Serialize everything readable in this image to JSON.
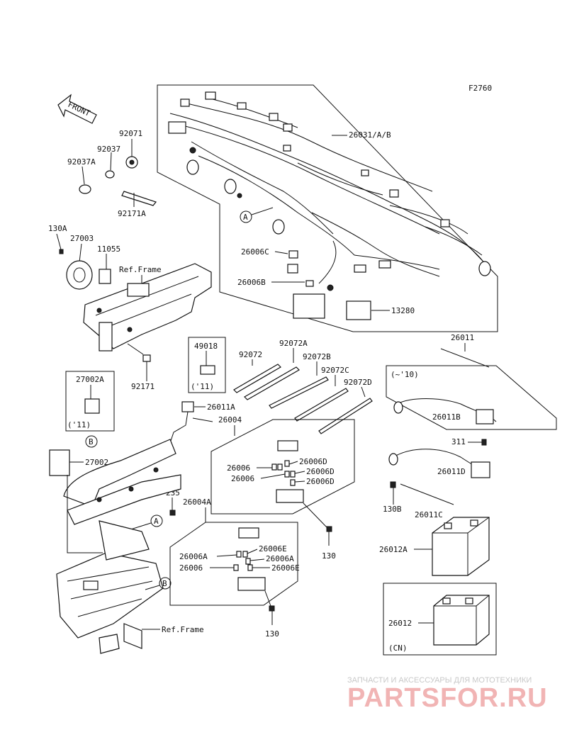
{
  "figure_code": "F2760",
  "front_label": "FRONT",
  "parts": {
    "p26031": "26031/A/B",
    "p92071": "92071",
    "p92037": "92037",
    "p92037A": "92037A",
    "p92171A": "92171A",
    "p130A": "130A",
    "p27003": "27003",
    "p11055": "11055",
    "p26006C": "26006C",
    "p26006B": "26006B",
    "p13280": "13280",
    "p26011": "26011",
    "p49018": "49018",
    "p92072": "92072",
    "p92072A": "92072A",
    "p92072B": "92072B",
    "p92072C": "92072C",
    "p92072D": "92072D",
    "p92171": "92171",
    "p27002A": "27002A",
    "p26011A": "26011A",
    "p26004": "26004",
    "p26006_1": "26006",
    "p26006_2": "26006",
    "p26006D_1": "26006D",
    "p26006D_2": "26006D",
    "p26006D_3": "26006D",
    "p27002": "27002",
    "p235": "235",
    "p26004A": "26004A",
    "p26006A_1": "26006A",
    "p26006A_2": "26006A",
    "p26006E_1": "26006E",
    "p26006E_2": "26006E",
    "p26006_3": "26006",
    "p130_1": "130",
    "p130_2": "130",
    "p26011B": "26011B",
    "p311": "311",
    "p26011D": "26011D",
    "p130B": "130B",
    "p26011C": "26011C",
    "p26012A": "26012A",
    "p26012": "26012"
  },
  "notes": {
    "to10": "(~'10)",
    "y11a": "('11)",
    "y11b": "('11)",
    "cn": "(CN)",
    "ref_frame_1": "Ref.Frame",
    "ref_frame_2": "Ref.Frame"
  },
  "callouts": {
    "A1": "A",
    "A2": "A",
    "B1": "B",
    "B2": "B"
  },
  "watermark": {
    "subtitle": "ЗАПЧАСТИ И АКСЕССУАРЫ ДЛЯ МОТОТЕХНИКИ",
    "brand": "PARTSFOR.RU"
  }
}
